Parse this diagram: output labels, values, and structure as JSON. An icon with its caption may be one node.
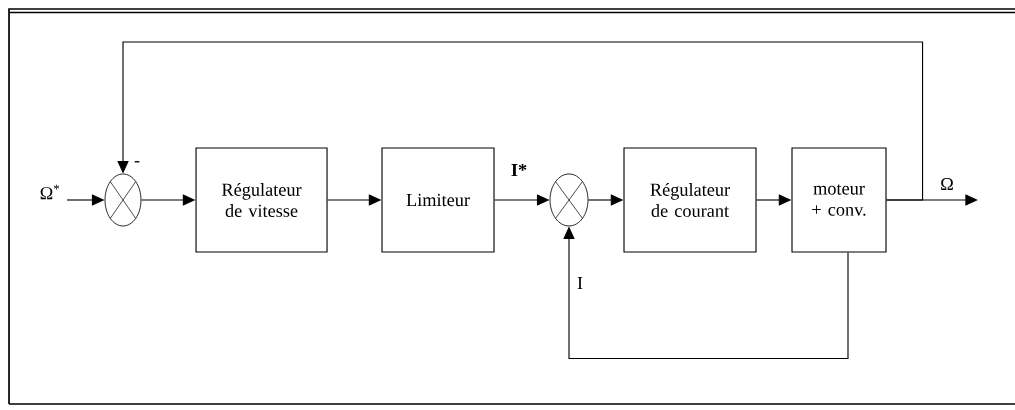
{
  "diagram": {
    "nodes": [
      {
        "text": [],
        "shape": "circle"
      },
      {
        "text": [
          "Régulateur de vitesse"
        ]
      },
      {
        "text": [
          "Limiteur"
        ]
      },
      {
        "text": [],
        "shape": "circle"
      },
      {
        "text": [
          "Régulateur de courant"
        ]
      },
      {
        "text": [
          "moteur + conv."
        ]
      }
    ],
    "edges": [
      {
        "from": null,
        "to": 0,
        "arrow": "to",
        "label": "Ω$^{*}$"
      },
      {
        "from": 0,
        "to": 1,
        "arrow": "to"
      },
      {
        "from": 1,
        "to": 2,
        "arrow": "to"
      },
      {
        "from": 2,
        "to": 3,
        "arrow": "to",
        "label": "I*"
      },
      {
        "from": 3,
        "to": 4,
        "arrow": "to"
      },
      {
        "from": 4,
        "to": 5,
        "arrow": "to"
      },
      {
        "from": 5,
        "to": null,
        "arrow": "to",
        "label": "Ω"
      },
      {
        "from": 5,
        "to": 0,
        "arrow": "to",
        "label": "-"
      },
      {
        "from": 5,
        "to": 3,
        "arrow": "to",
        "label": "I"
      }
    ]
  }
}
